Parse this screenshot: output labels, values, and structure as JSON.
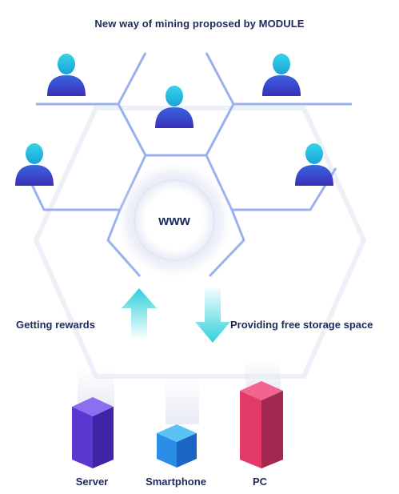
{
  "title": "New way of mining proposed by MODULE",
  "center_label": "www",
  "left_flow_label": "Getting rewards",
  "right_flow_label": "Providing free storage space",
  "devices": [
    {
      "label": "Server",
      "icon": "purple-block-icon"
    },
    {
      "label": "Smartphone",
      "icon": "blue-cube-icon"
    },
    {
      "label": "PC",
      "icon": "red-tower-icon"
    }
  ],
  "users_count_icon": "user-icon",
  "colors": {
    "text": "#1c2a5e",
    "hex_line": "#9bb0ef",
    "user_head": "#2ec5e8",
    "user_body": "#3d3fc7",
    "arrow": "#2fd1dc",
    "server": "#6a45dd",
    "phone": "#2a8de6",
    "pc": "#e43d73"
  }
}
